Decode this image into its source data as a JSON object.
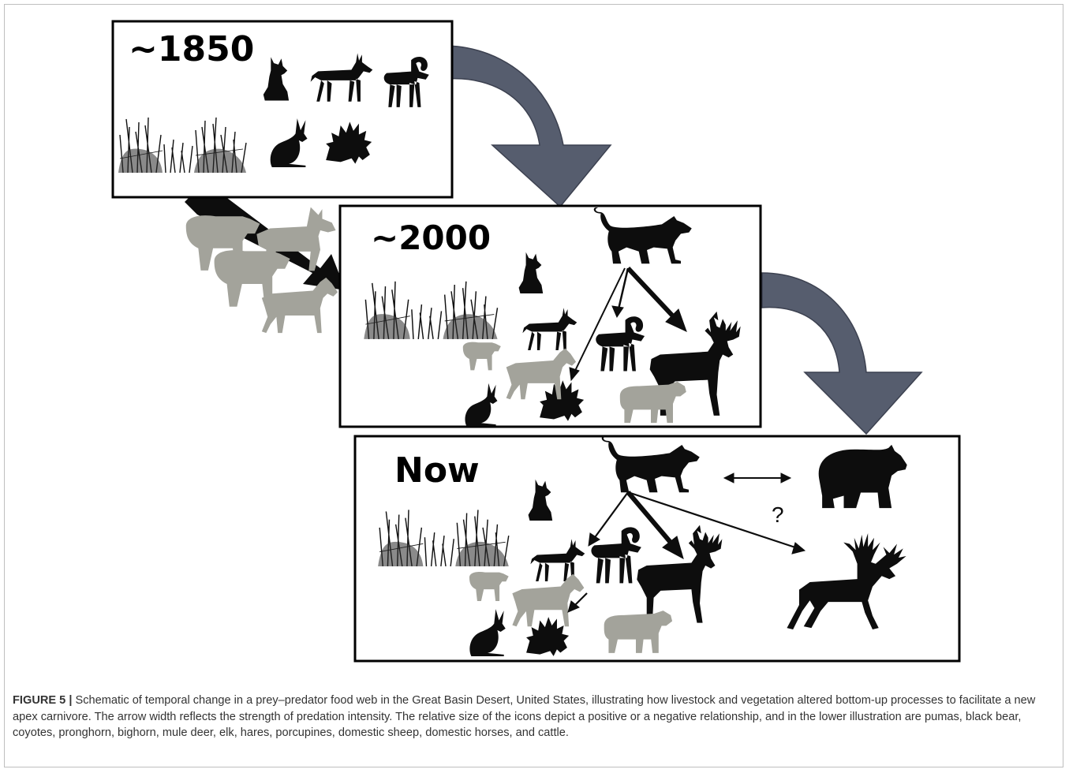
{
  "panels": [
    {
      "label": "~1850"
    },
    {
      "label": "~2000"
    },
    {
      "label": "Now"
    }
  ],
  "question_mark": "?",
  "caption": {
    "label": "FIGURE 5 |",
    "text": " Schematic of temporal change in a prey–predator food web in the Great Basin Desert, United States, illustrating how livestock and vegetation altered bottom-up processes to facilitate a new apex carnivore. The arrow width reflects the strength of predation intensity. The relative size of the icons depict a positive or a negative relationship, and in the lower illustration are pumas, black bear, coyotes, pronghorn, bighorn, mule deer, elk, hares, porcupines, domestic sheep, domestic horses, and cattle."
  },
  "colors": {
    "silhouette": "#0d0d0d",
    "livestock": "#a3a39b",
    "transition_arrow": "#565d6e",
    "panel_border": "#000000"
  }
}
